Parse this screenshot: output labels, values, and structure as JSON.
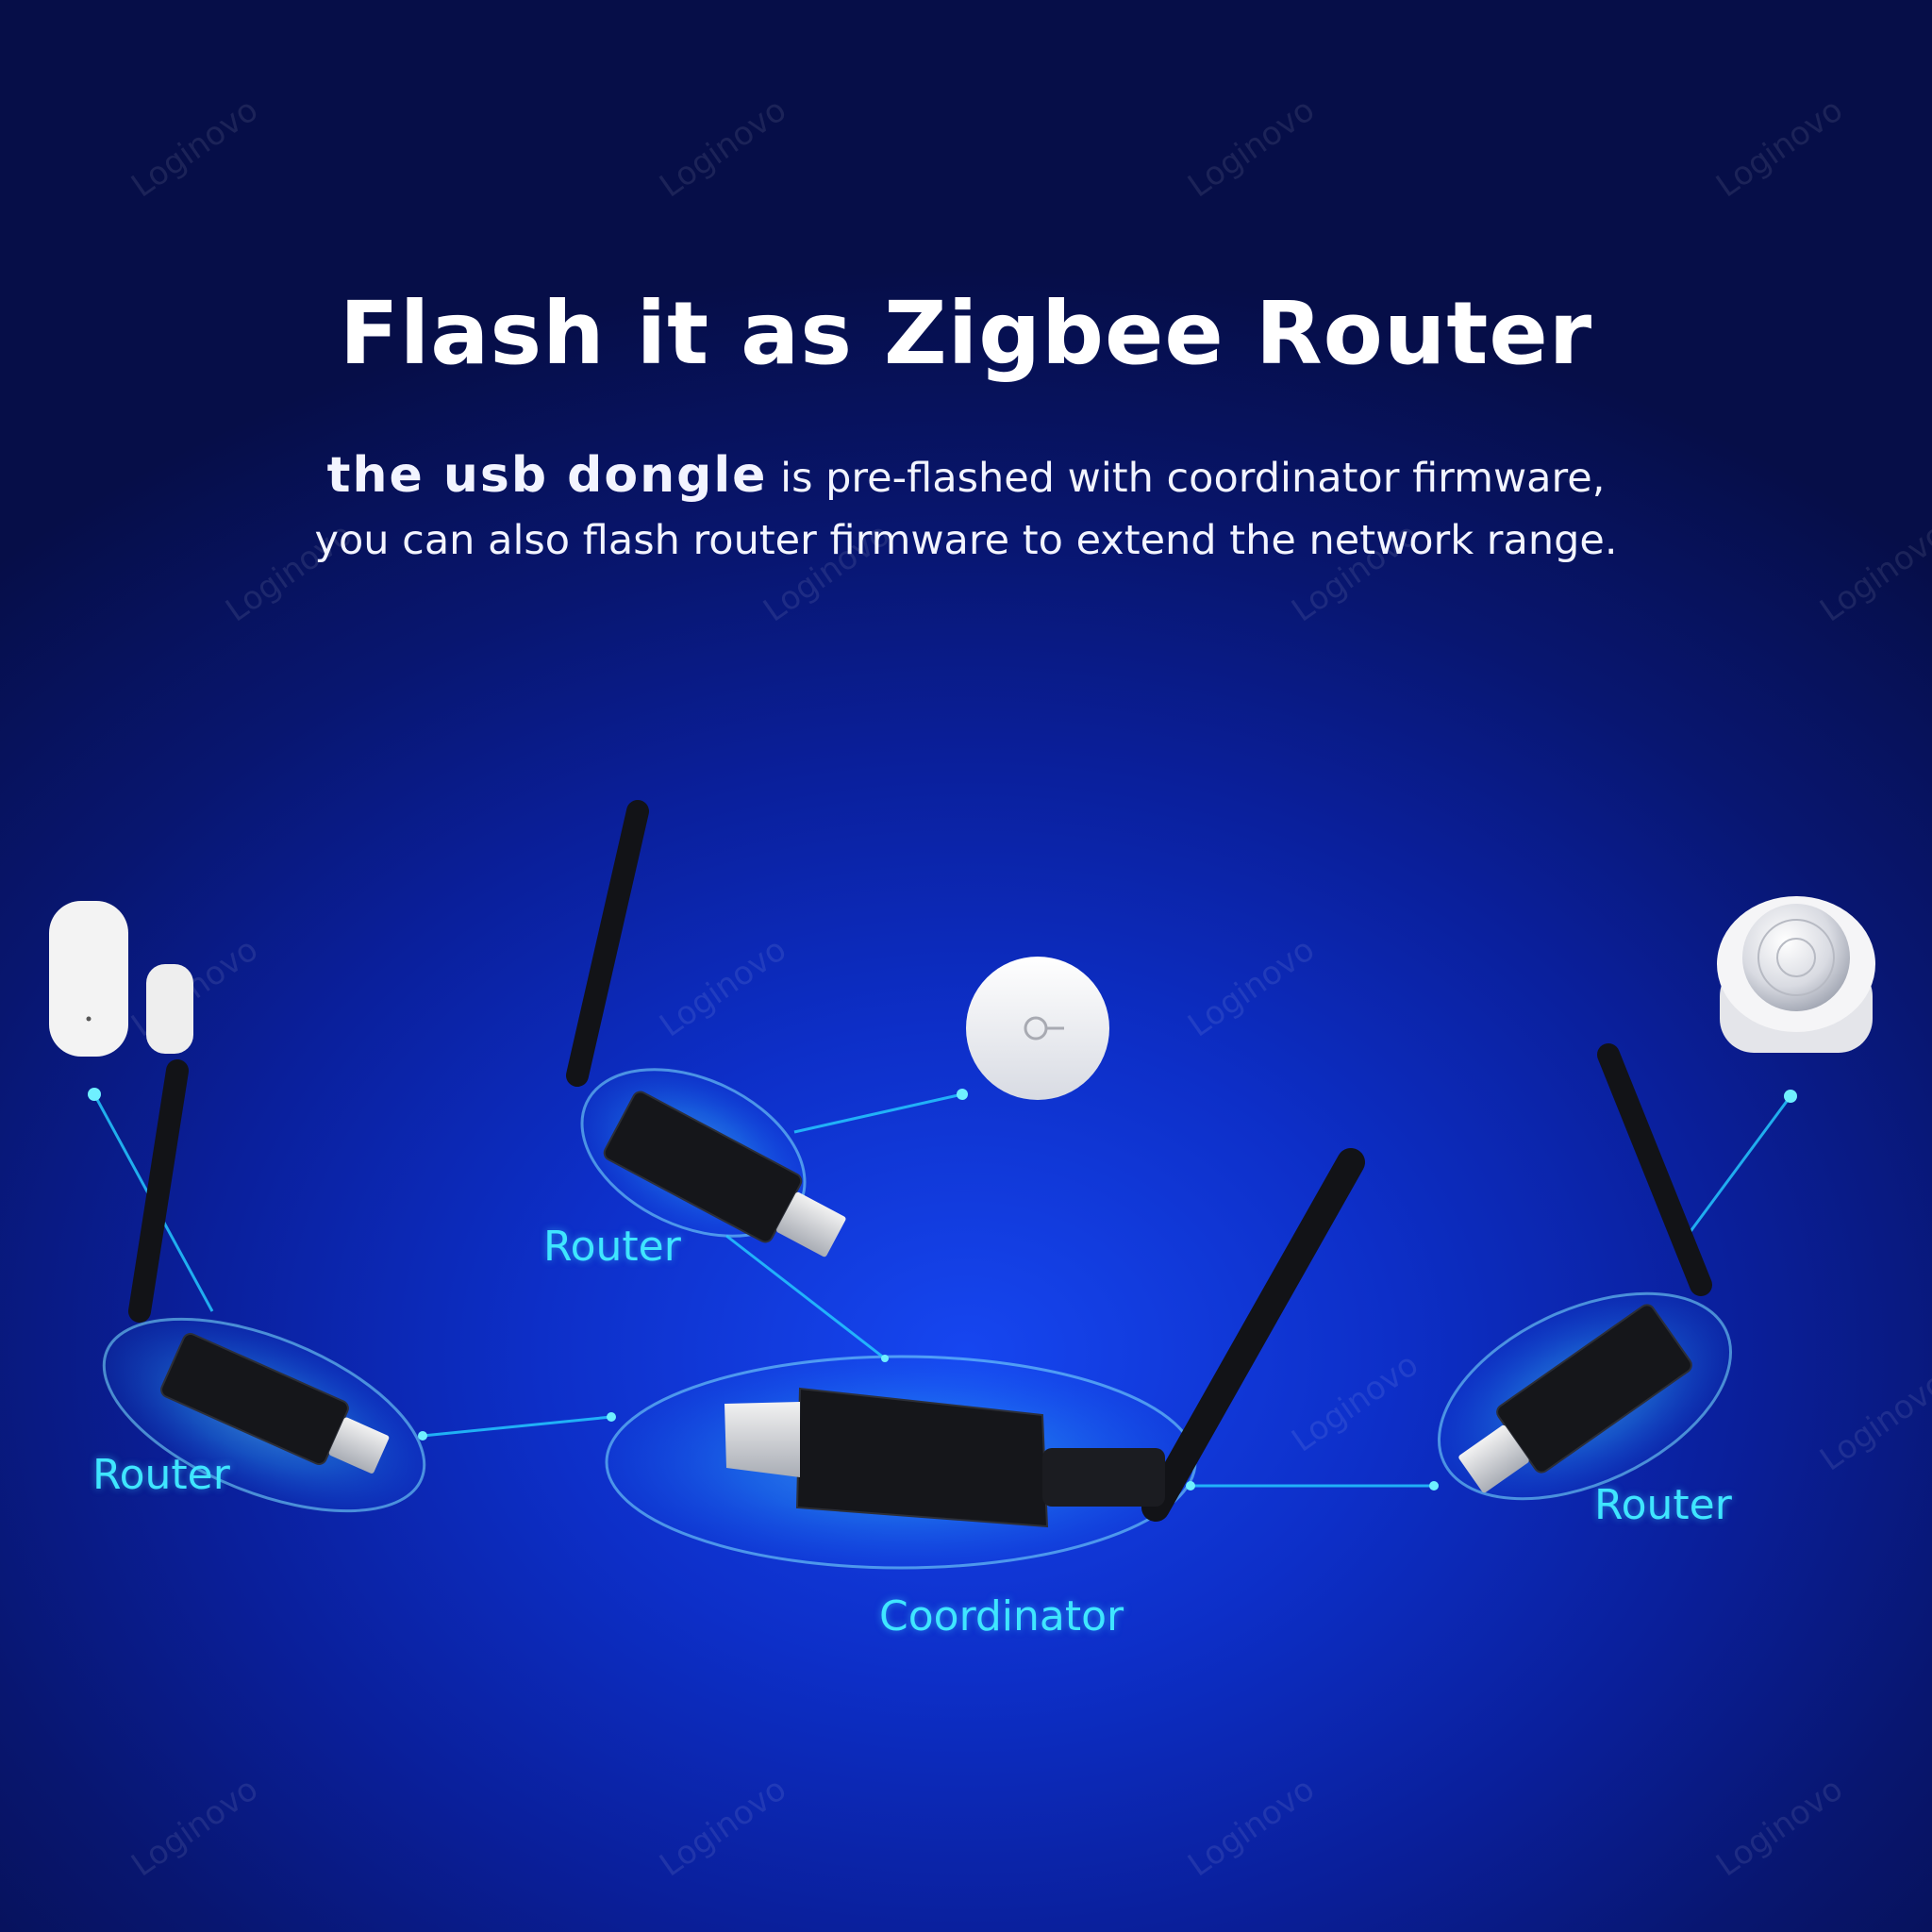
{
  "title": "Flash it as Zigbee Router",
  "subtitle": {
    "emphasis": "the usb dongle",
    "line1_rest": " is pre-flashed with coordinator firmware,",
    "line2": "you can also flash router firmware to extend the network range."
  },
  "labels": {
    "router_left": "Router",
    "router_top": "Router",
    "router_right": "Router",
    "coordinator": "Coordinator"
  },
  "watermark": "Loginovo",
  "colors": {
    "glow": "#3fe6ff",
    "line": "#25c8ff",
    "dongle": "#15161a",
    "device": "#f2f2f2"
  }
}
